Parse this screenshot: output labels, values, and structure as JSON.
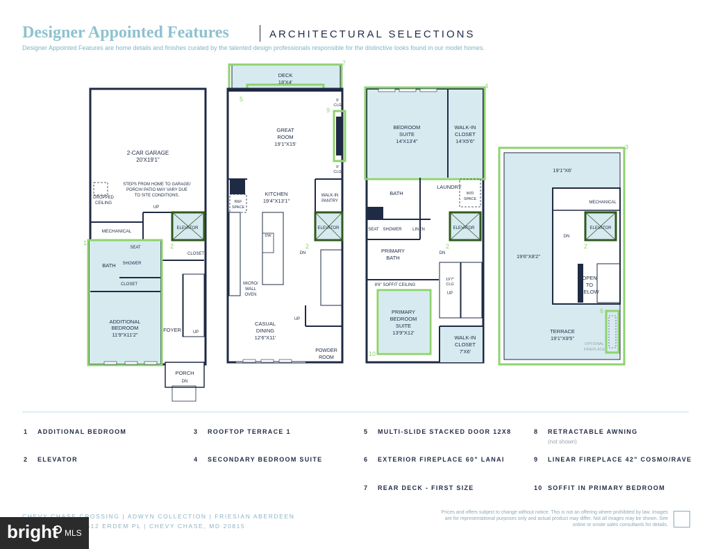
{
  "header": {
    "title": "Designer Appointed Features",
    "subtitle": "ARCHITECTURAL SELECTIONS",
    "intro": "Designer Appointed Features are home details and finishes curated by the talented design professionals responsible for the distinctive looks found in our model homes."
  },
  "plans": {
    "ground": {
      "garage": "2-CAR GARAGE",
      "garage_dim": "20'X19'1\"",
      "steps_note_1": "STEPS FROM HOME TO GARAGE/",
      "steps_note_2": "PORCH/ PATIO MAY VARY DUE",
      "steps_note_3": "TO SITE CONDITIONS.",
      "dropped_1": "DROPPED",
      "dropped_2": "CEILING",
      "up": "UP",
      "mechanical": "MECHANICAL",
      "elevator": "ELEVATOR",
      "closet": "CLOSET",
      "seat": "SEAT",
      "shower": "SHOWER",
      "bath": "BATH",
      "closet2": "CLOSET",
      "bedroom_1": "ADDITIONAL",
      "bedroom_2": "BEDROOM",
      "bedroom_dim": "11'9\"X11'2\"",
      "foyer": "FOYER",
      "up2": "UP",
      "porch": "PORCH",
      "dn": "DN"
    },
    "main": {
      "deck": "DECK",
      "deck_dim": "18'X4'",
      "clg1_a": "9'",
      "clg1_b": "CLG",
      "great_1": "GREAT",
      "great_2": "ROOM",
      "great_dim": "19'1\"X15'",
      "clg2_a": "9'",
      "clg2_b": "CLG",
      "kitchen": "KITCHEN",
      "kitchen_dim": "19'4\"X13'1\"",
      "walkin_1": "WALK-IN",
      "walkin_2": "PANTRY",
      "ref_1": "REF",
      "ref_2": "SPACE",
      "dw": "DW",
      "elevator": "ELEVATOR",
      "dn": "DN",
      "micro_1": "MICRO/",
      "micro_2": "WALL",
      "micro_3": "OVEN",
      "up": "UP",
      "casual_1": "CASUAL",
      "casual_2": "DINING",
      "casual_dim": "12'6\"X11'",
      "powder_1": "POWDER",
      "powder_2": "ROOM"
    },
    "upper": {
      "bedroom_1": "BEDROOM",
      "bedroom_2": "SUITE",
      "bedroom_dim": "14'X13'4\"",
      "walkin_1": "WALK-IN",
      "walkin_2": "CLOSET",
      "walkin_dim": "14'X5'6\"",
      "bath": "BATH",
      "laundry": "LAUNDRY",
      "wd_1": "W/D",
      "wd_2": "SPACE",
      "seat": "SEAT",
      "shower": "SHOWER",
      "linen": "LINEN",
      "elevator": "ELEVATOR",
      "primary_bath_1": "PRIMARY",
      "primary_bath_2": "BATH",
      "dn": "DN",
      "soffit": "8'6\" SOFFIT CEILING",
      "clg_1": "19'7\"",
      "clg_2": "CLG",
      "up": "UP",
      "primary_1": "PRIMARY",
      "primary_2": "BEDROOM",
      "primary_3": "SUITE",
      "primary_dim": "13'9\"X12'",
      "walkin2_1": "WALK-IN",
      "walkin2_2": "CLOSET",
      "walkin2_dim": "7'X6'"
    },
    "roof": {
      "top_dim": "19'1\"X6'",
      "mechanical": "MECHANICAL",
      "elevator": "ELEVATOR",
      "dn": "DN",
      "side_dim": "19'6\"X8'2\"",
      "open_1": "OPEN",
      "open_2": "TO",
      "open_3": "BELOW",
      "terrace": "TERRACE",
      "terrace_dim": "19'1\"X9'5\"",
      "optional_1": "OPTIONAL",
      "optional_2": "FIREPLACE"
    },
    "markers": {
      "m1": "1",
      "m2a": "2",
      "m2b": "2",
      "m2c": "2",
      "m2d": "2",
      "m3": "3",
      "m4": "4",
      "m5": "5",
      "m6": "6",
      "m7": "7",
      "m9": "9",
      "m10": "10"
    }
  },
  "legend": [
    {
      "num": "1",
      "label": "ADDITIONAL BEDROOM"
    },
    {
      "num": "2",
      "label": "ELEVATOR"
    },
    {
      "num": "3",
      "label": "ROOFTOP TERRACE 1"
    },
    {
      "num": "4",
      "label": "SECONDARY BEDROOM SUITE"
    },
    {
      "num": "5",
      "label": "MULTI-SLIDE STACKED DOOR 12X8"
    },
    {
      "num": "6",
      "label": "EXTERIOR FIREPLACE 60\" LANAI"
    },
    {
      "num": "7",
      "label": "REAR DECK - FIRST SIZE"
    },
    {
      "num": "8",
      "label": "RETRACTABLE AWNING"
    },
    {
      "num": "9",
      "label": "LINEAR FIREPLACE 42\" COSMO/RAVE"
    },
    {
      "num": "10",
      "label": "SOFFIT IN PRIMARY BEDROOM"
    }
  ],
  "legend_note": "(not shown)",
  "footer": {
    "line1": "CHEVY CHASE CROSSING  |  ADWYN COLLECTION  |  FRIESIAN ABERDEEN",
    "line2": "4612 ERDEM PL  |  CHEVY CHASE, MD 20815",
    "disclaimer": "Prices and offers subject to change without notice. This is not an offering where prohibited by law. Images are for representational purposes only and actual product may differ. Not all images may be shown. See online or onsite sales consultants for details."
  },
  "badge": {
    "brand": "bright",
    "mls": "MLS"
  },
  "colors": {
    "accent_green": "#8ed36f",
    "dark_green": "#2f5a1e",
    "room_blue": "#d7eaf0",
    "navy": "#1f2a44",
    "title_blue": "#8fc1cf"
  }
}
